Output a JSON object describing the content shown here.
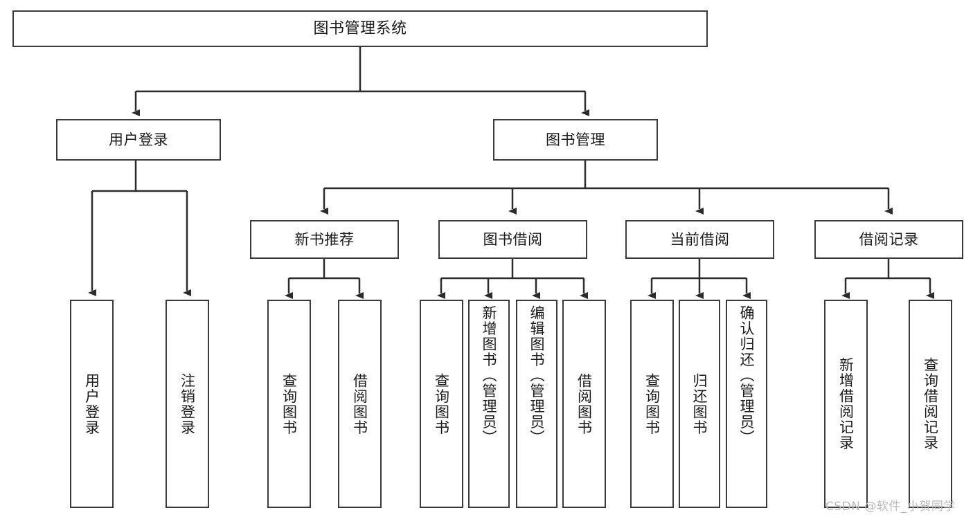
{
  "diagram": {
    "type": "tree",
    "title": "图书管理系统",
    "orientation": "top-down",
    "colors": {
      "border": "#3a3a3a",
      "background": "#ffffff",
      "text": "#1a1a1a",
      "edge": "#2b2b2b",
      "watermark": "#b9b9b9"
    },
    "root": {
      "label": "图书管理系统"
    },
    "level2": [
      {
        "label": "用户登录"
      },
      {
        "label": "图书管理"
      }
    ],
    "level3": [
      {
        "label": "新书推荐"
      },
      {
        "label": "图书借阅"
      },
      {
        "label": "当前借阅"
      },
      {
        "label": "借阅记录"
      }
    ],
    "leaves": {
      "user_login": [
        {
          "label": "用户登录"
        },
        {
          "label": "注销登录"
        }
      ],
      "new_book": [
        {
          "label": "查询图书"
        },
        {
          "label": "借阅图书"
        }
      ],
      "book_borrow": [
        {
          "label": "查询图书"
        },
        {
          "label": "新增图书（管理员）"
        },
        {
          "label": "编辑图书（管理员）"
        },
        {
          "label": "借阅图书"
        }
      ],
      "current_borrow": [
        {
          "label": "查询图书"
        },
        {
          "label": "归还图书"
        },
        {
          "label": "确认归还（管理员）"
        }
      ],
      "borrow_record": [
        {
          "label": "新增借阅记录"
        },
        {
          "label": "查询借阅记录"
        }
      ]
    },
    "watermark": "CSDN @软件_小贺同学"
  }
}
